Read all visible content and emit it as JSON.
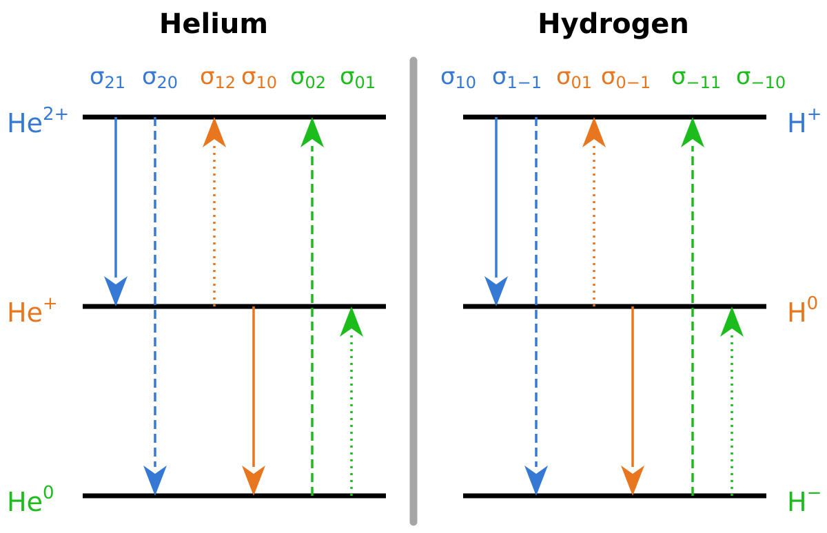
{
  "colors": {
    "blue": "#3579d4",
    "orange": "#e8761e",
    "green": "#1cbc1c",
    "level": "#000000",
    "divider": "#a6a6a6"
  },
  "panels": [
    {
      "id": "helium",
      "title": "Helium",
      "levels": [
        {
          "base": "He",
          "charge": "2+",
          "color": "blue"
        },
        {
          "base": "He",
          "charge": "+",
          "color": "orange"
        },
        {
          "base": "He",
          "charge": "0",
          "color": "green"
        }
      ],
      "rates": [
        {
          "symbol": "σ",
          "sub": "21",
          "color": "blue"
        },
        {
          "symbol": "σ",
          "sub": "20",
          "color": "blue"
        },
        {
          "symbol": "σ",
          "sub": "12",
          "color": "orange"
        },
        {
          "symbol": "σ",
          "sub": "10",
          "color": "orange"
        },
        {
          "symbol": "σ",
          "sub": "02",
          "color": "green"
        },
        {
          "symbol": "σ",
          "sub": "01",
          "color": "green"
        }
      ],
      "transitions": [
        {
          "from": 0,
          "to": 1,
          "style": "solid",
          "color": "blue"
        },
        {
          "from": 0,
          "to": 2,
          "style": "dashed",
          "color": "blue"
        },
        {
          "from": 1,
          "to": 0,
          "style": "dotted",
          "color": "orange"
        },
        {
          "from": 1,
          "to": 2,
          "style": "solid",
          "color": "orange"
        },
        {
          "from": 2,
          "to": 0,
          "style": "dashed",
          "color": "green"
        },
        {
          "from": 2,
          "to": 1,
          "style": "dotted",
          "color": "green"
        }
      ]
    },
    {
      "id": "hydrogen",
      "title": "Hydrogen",
      "levels": [
        {
          "base": "H",
          "charge": "+",
          "color": "blue"
        },
        {
          "base": "H",
          "charge": "0",
          "color": "orange"
        },
        {
          "base": "H",
          "charge": "−",
          "color": "green"
        }
      ],
      "rates": [
        {
          "symbol": "σ",
          "sub": "10",
          "color": "blue"
        },
        {
          "symbol": "σ",
          "sub": "1−1",
          "color": "blue"
        },
        {
          "symbol": "σ",
          "sub": "01",
          "color": "orange"
        },
        {
          "symbol": "σ",
          "sub": "0−1",
          "color": "orange"
        },
        {
          "symbol": "σ",
          "sub": "−11",
          "color": "green"
        },
        {
          "symbol": "σ",
          "sub": "−10",
          "color": "green"
        }
      ],
      "transitions": [
        {
          "from": 0,
          "to": 1,
          "style": "solid",
          "color": "blue"
        },
        {
          "from": 0,
          "to": 2,
          "style": "dashed",
          "color": "blue"
        },
        {
          "from": 1,
          "to": 0,
          "style": "dotted",
          "color": "orange"
        },
        {
          "from": 1,
          "to": 2,
          "style": "solid",
          "color": "orange"
        },
        {
          "from": 2,
          "to": 0,
          "style": "dashed",
          "color": "green"
        },
        {
          "from": 2,
          "to": 1,
          "style": "dotted",
          "color": "green"
        }
      ]
    }
  ]
}
